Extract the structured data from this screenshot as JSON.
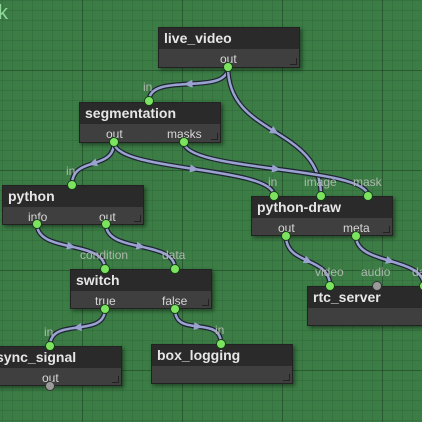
{
  "corner_text": "k",
  "nodes": {
    "live_video": {
      "title": "live_video",
      "outputs": [
        "out"
      ]
    },
    "segmentation": {
      "title": "segmentation",
      "inputs": [
        "in"
      ],
      "outputs": [
        "out",
        "masks"
      ]
    },
    "python": {
      "title": "python",
      "inputs": [
        "in"
      ],
      "outputs": [
        "info",
        "out"
      ]
    },
    "python_draw": {
      "title": "python-draw",
      "inputs": [
        "in",
        "image",
        "mask"
      ],
      "outputs": [
        "out",
        "meta"
      ]
    },
    "switch": {
      "title": "switch",
      "inputs": [
        "condition",
        "data"
      ],
      "outputs": [
        "true",
        "false"
      ]
    },
    "rtc_server": {
      "title": "rtc_server",
      "inputs": [
        "video",
        "audio",
        "data"
      ]
    },
    "sync_signal": {
      "title": "sync_signal",
      "inputs": [
        "in"
      ],
      "outputs": [
        "out"
      ]
    },
    "box_logging": {
      "title": "box_logging",
      "inputs": [
        "in"
      ]
    }
  },
  "colors": {
    "canvas": "#3b7d45",
    "node_body": "#3f3f3f",
    "node_header": "#2a2a2a",
    "wire": "#9aa2cf",
    "port_connected": "#7be35f",
    "port_unconnected": "#9a9a9a"
  }
}
